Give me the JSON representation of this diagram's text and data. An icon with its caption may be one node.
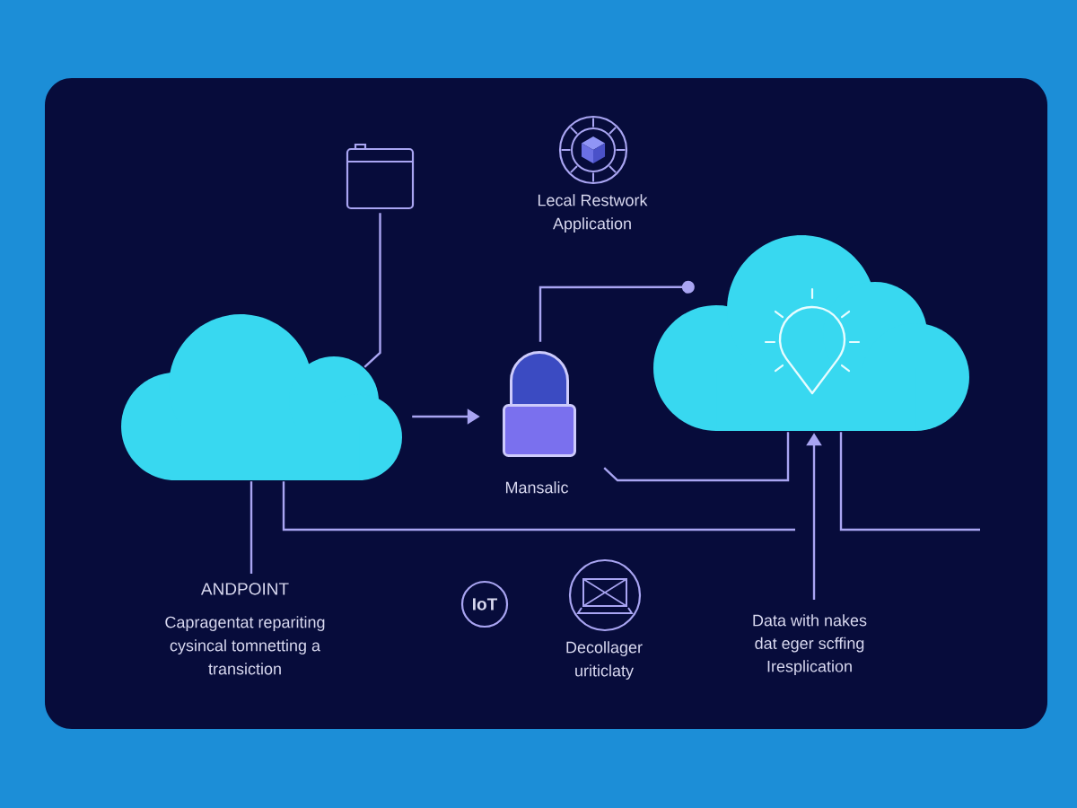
{
  "diagram": {
    "nodes": [
      {
        "text": [],
        "shape": "box"
      },
      {
        "text": [
          "Lecal Restwork Application"
        ]
      },
      {
        "text": [],
        "shape": "cloud"
      },
      {
        "text": [
          "Mansalic"
        ]
      },
      {
        "text": [],
        "shape": "cloud"
      },
      {
        "text": [
          "ANDPOINT",
          "Capragentat repariting cysincal tomnetting a transiction"
        ]
      },
      {
        "text": [
          "IoT"
        ]
      },
      {
        "text": [
          "Decollager uriticlaty"
        ]
      },
      {
        "text": [
          "Data with nakes dat eger scffing Iresplication"
        ]
      }
    ],
    "edges": [
      {
        "from": 0,
        "to": 2,
        "arrow": "none"
      },
      {
        "from": 2,
        "to": 3,
        "arrow": "to"
      },
      {
        "from": 3,
        "to": 4,
        "arrow": "other"
      },
      {
        "from": 3,
        "to": 4,
        "arrow": "none"
      },
      {
        "from": 2,
        "to": 5,
        "arrow": "none"
      },
      {
        "from": 2,
        "to": null,
        "arrow": "none"
      },
      {
        "from": 4,
        "to": null,
        "arrow": "none"
      },
      {
        "from": 8,
        "to": 4,
        "arrow": "to"
      }
    ]
  }
}
